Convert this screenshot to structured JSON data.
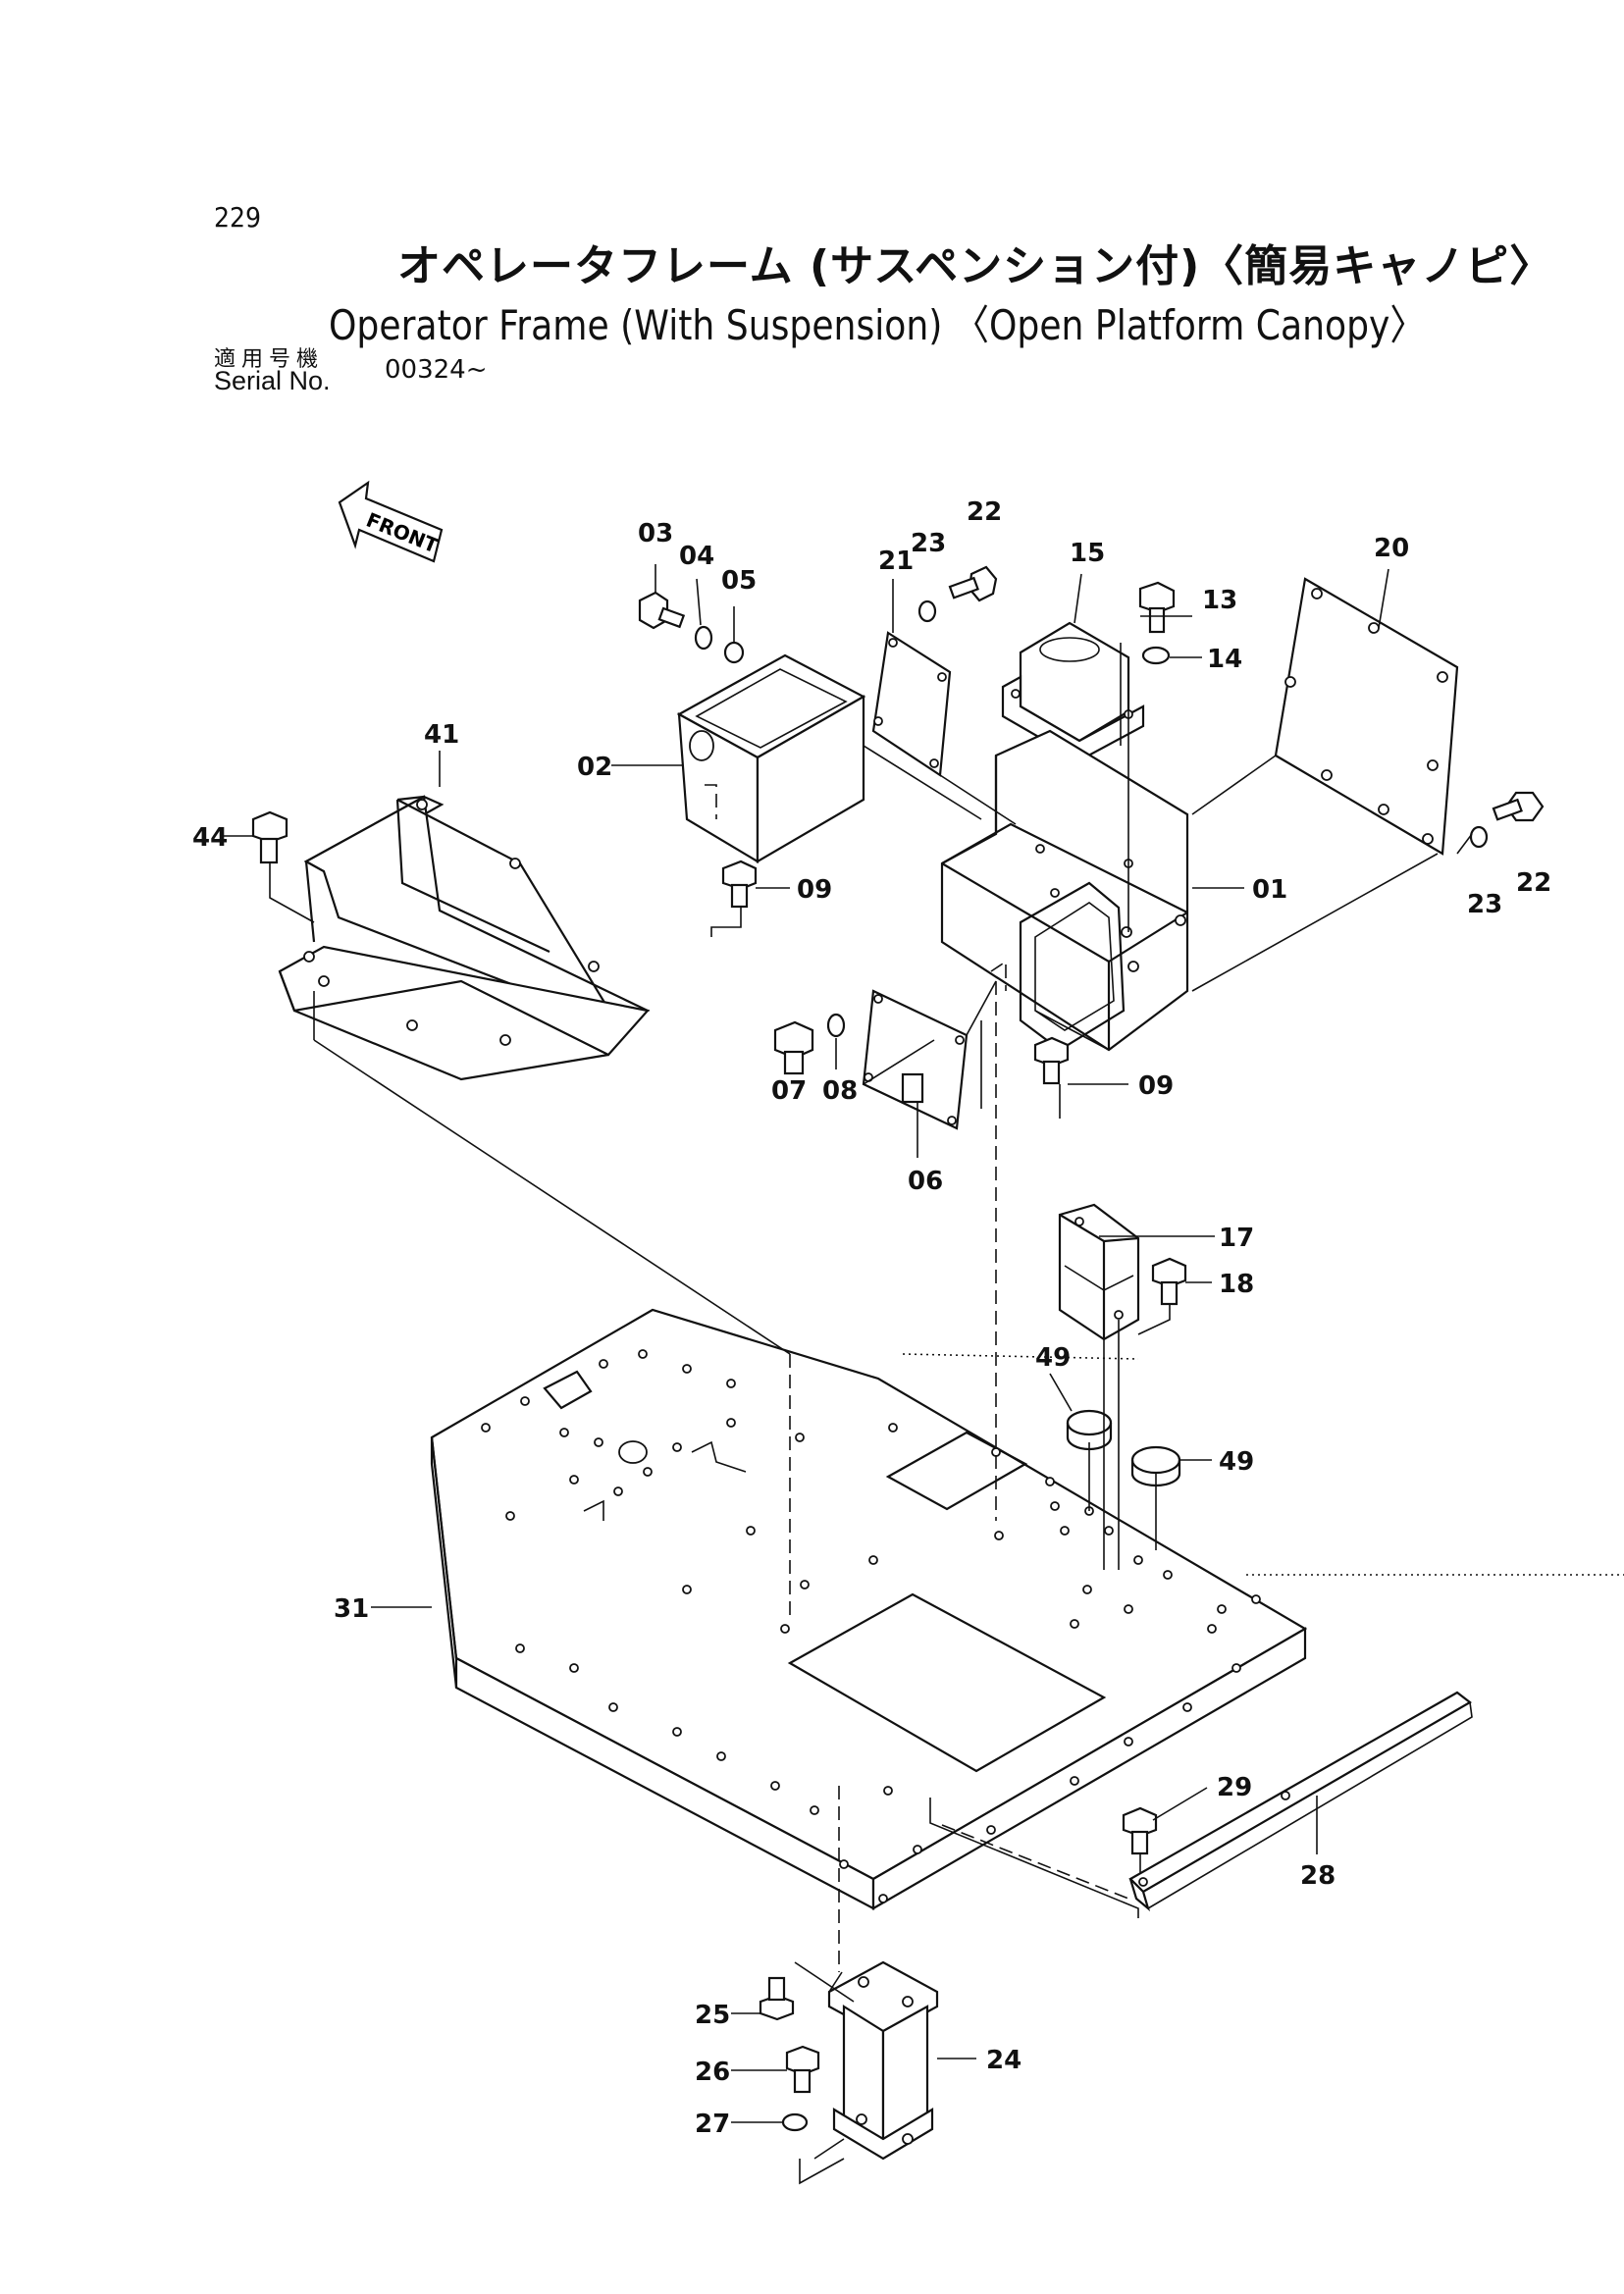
{
  "page_number": "229",
  "title_jp": "オペレータフレーム (サスペンション付)〈簡易キャノピ〉",
  "title_en": "Operator Frame (With Suspension) 〈Open Platform Canopy〉",
  "serial": {
    "label_jp": "適用号機",
    "label_en": "Serial No.",
    "value": "00324~"
  },
  "front_arrow_label": "FRONT",
  "callouts": {
    "c01": "01",
    "c02": "02",
    "c03": "03",
    "c04": "04",
    "c05": "05",
    "c06": "06",
    "c07": "07",
    "c08": "08",
    "c09a": "09",
    "c09b": "09",
    "c13": "13",
    "c14": "14",
    "c15": "15",
    "c17": "17",
    "c18": "18",
    "c20": "20",
    "c21": "21",
    "c22a": "22",
    "c22b": "22",
    "c23a": "23",
    "c23b": "23",
    "c24": "24",
    "c25": "25",
    "c26": "26",
    "c27": "27",
    "c28": "28",
    "c29": "29",
    "c31": "31",
    "c41": "41",
    "c44": "44",
    "c49a": "49",
    "c49b": "49"
  }
}
